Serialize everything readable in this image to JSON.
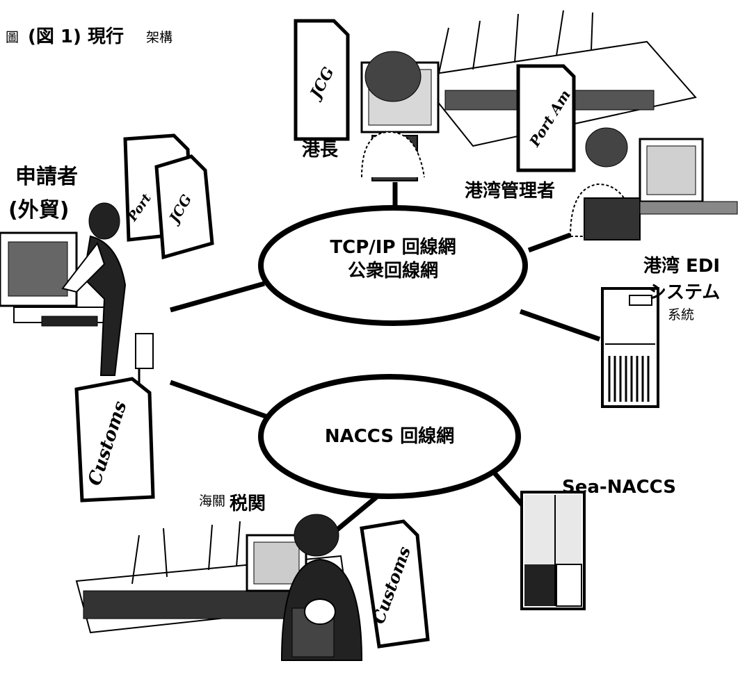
{
  "figure": {
    "caption_small": "圖",
    "caption_main": "(図 1) 現行",
    "caption_suffix": "架構"
  },
  "networks": {
    "tcp_line1": "TCP/IP 回線網",
    "tcp_line2": "公衆回線網",
    "naccs": "NACCS 回線網"
  },
  "actors": {
    "applicant_line1": "申請者",
    "applicant_line2": "(外貿)",
    "harbor_master": "港長",
    "port_manager": "港湾管理者",
    "port_edi_line1": "港湾 EDI",
    "port_edi_line2": "システム",
    "port_edi_cn": "系統",
    "sea_naccs": "Sea-NACCS",
    "customs_cn": "海關",
    "customs_jp": "税関"
  },
  "documents": {
    "jcg": "JCG",
    "port_am": "Port Am",
    "port_short": "Port",
    "customs": "Customs"
  }
}
